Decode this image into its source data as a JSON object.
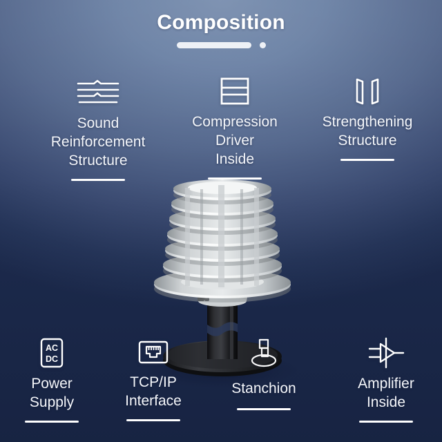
{
  "header": {
    "title": "Composition",
    "pager_bar_name": "progress-bar",
    "pager_dot_name": "progress-dot"
  },
  "colors": {
    "background_top": "#718aac",
    "background_bottom": "#1c2a4c",
    "text": "#ffffff",
    "accent_rule": "#ffffff",
    "product_body": "#e9ecee",
    "product_base": "#1b1b1d"
  },
  "features": {
    "top": [
      {
        "id": "sound-reinforcement-structure",
        "icon": "stacked-horn-lines-icon",
        "label": "Sound\nReinforcement\nStructure"
      },
      {
        "id": "compression-driver-inside",
        "icon": "layered-square-icon",
        "label": "Compression\nDriver\nInside"
      },
      {
        "id": "strengthening-structure",
        "icon": "twin-pillars-icon",
        "label": "Strengthening\nStructure"
      }
    ],
    "bottom": [
      {
        "id": "power-supply",
        "icon": "ac-dc-icon",
        "icon_text_top": "AC",
        "icon_text_bottom": "DC",
        "label": "Power\nSupply"
      },
      {
        "id": "tcpip-interface",
        "icon": "rj45-ethernet-port-icon",
        "label": "TCP/IP\nInterface"
      },
      {
        "id": "stanchion",
        "icon": "stanchion-pole-icon",
        "label": "Stanchion"
      },
      {
        "id": "amplifier-inside",
        "icon": "amplifier-triangle-icon",
        "label": "Amplifier\nInside"
      }
    ]
  },
  "product": {
    "name": "omnidirectional-stacked-horn-speaker",
    "disc_count": 7
  }
}
